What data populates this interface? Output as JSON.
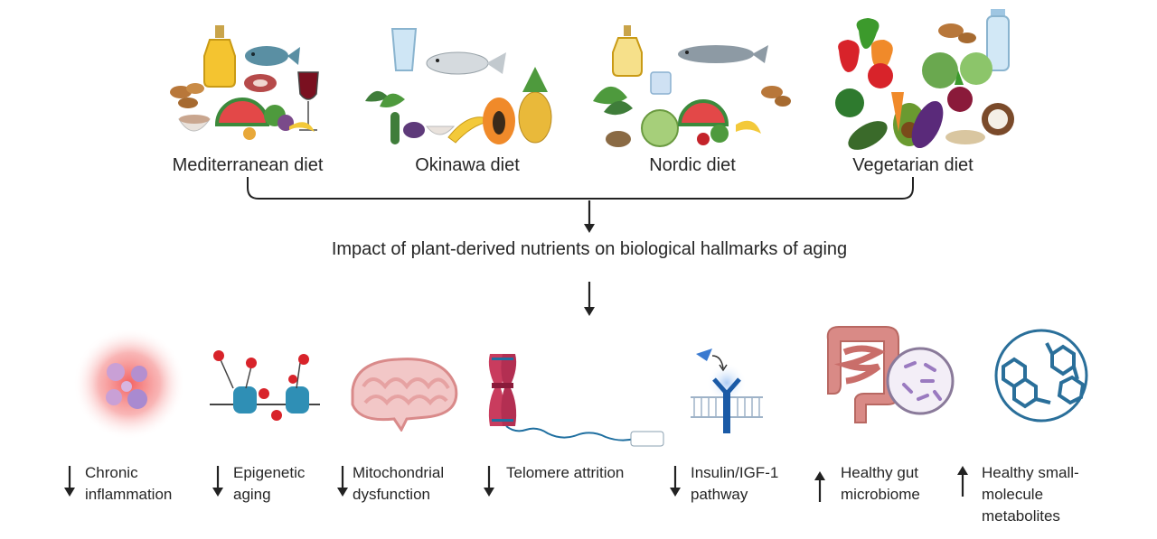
{
  "diets": [
    {
      "id": "mediterranean",
      "label": "Mediterranean diet"
    },
    {
      "id": "okinawa",
      "label": "Okinawa diet"
    },
    {
      "id": "nordic",
      "label": "Nordic diet"
    },
    {
      "id": "vegetarian",
      "label": "Vegetarian diet"
    }
  ],
  "caption": "Impact of plant-derived nutrients on  biological hallmarks of aging",
  "hallmarks": [
    {
      "id": "inflammation",
      "direction": "down",
      "label": "Chronic\ninflammation",
      "icon": "inflamed-cells-icon"
    },
    {
      "id": "epigenetic",
      "direction": "down",
      "label": "Epigenetic\naging",
      "icon": "methylated-dna-icon"
    },
    {
      "id": "mitochondrial",
      "direction": "down",
      "label": "Mitochondrial\ndysfunction",
      "icon": "mitochondrion-icon"
    },
    {
      "id": "telomere",
      "direction": "down",
      "label": "Telomere attrition",
      "icon": "chromosome-telomere-icon"
    },
    {
      "id": "insulin",
      "direction": "down",
      "label": "Insulin/IGF-1\npathway",
      "icon": "receptor-membrane-icon"
    },
    {
      "id": "gut",
      "direction": "up",
      "label": "Healthy gut\nmicrobiome",
      "icon": "intestine-microbiome-icon"
    },
    {
      "id": "metabolites",
      "direction": "up",
      "label": "Healthy small-\nmolecule\nmetabolites",
      "icon": "molecule-structure-icon"
    }
  ],
  "colors": {
    "line": "#222222",
    "inflammation": "#f25a5a",
    "dna": "#2f8fb5",
    "methyl": "#d8232a",
    "mito": "#e6a2a2",
    "chromosome": "#c93c5e",
    "receptor": "#1a5aa6",
    "gut": "#d98a86",
    "molecule": "#2a6f9a"
  }
}
